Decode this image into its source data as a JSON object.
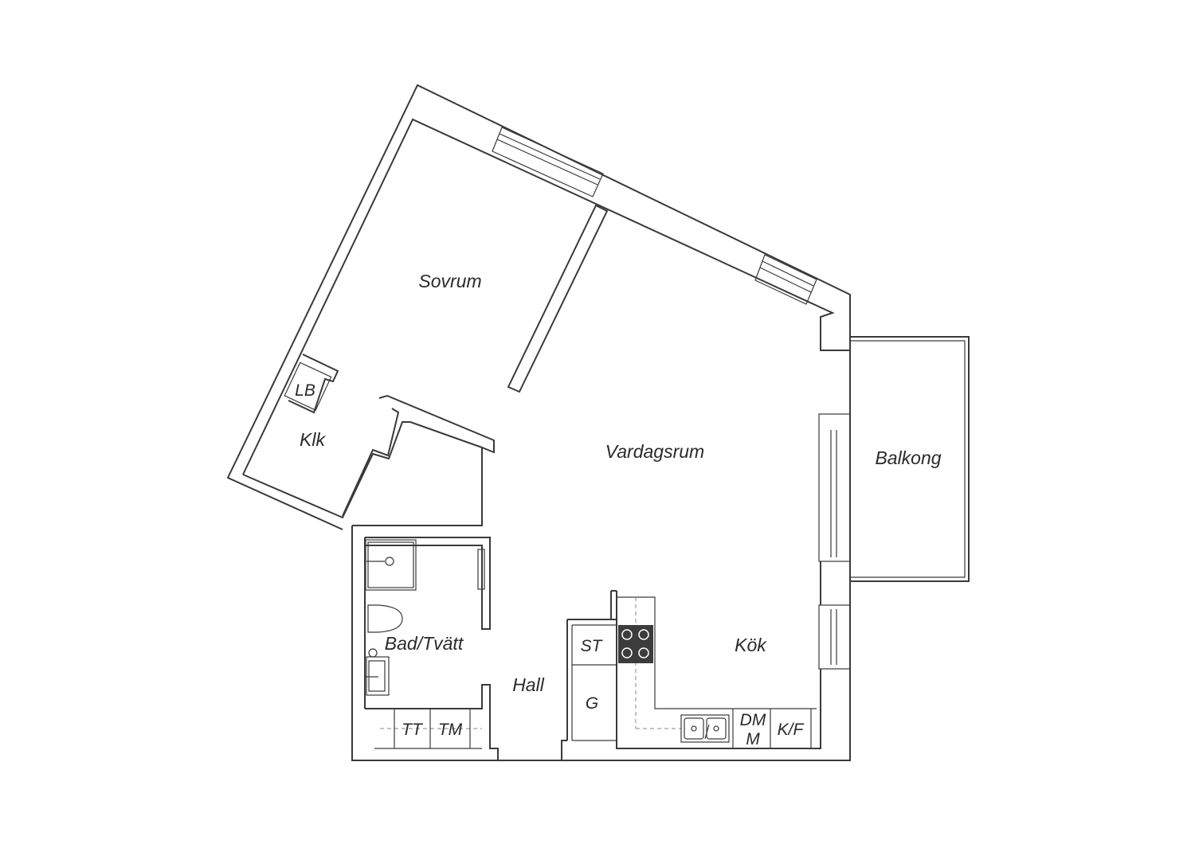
{
  "rooms": {
    "sovrum": "Sovrum",
    "vardagsrum": "Vardagsrum",
    "balkong": "Balkong",
    "klk": "Klk",
    "lb": "LB",
    "bad": "Bad/Tvätt",
    "hall": "Hall",
    "kok": "Kök"
  },
  "fixtures": {
    "st": "ST",
    "g": "G",
    "tt": "TT",
    "tm": "TM",
    "dm_line1": "DM",
    "dm_line2": "M",
    "kf": "K/F"
  },
  "colors": {
    "wall": "#3a3a3a",
    "stove": "#3c3c3c"
  }
}
